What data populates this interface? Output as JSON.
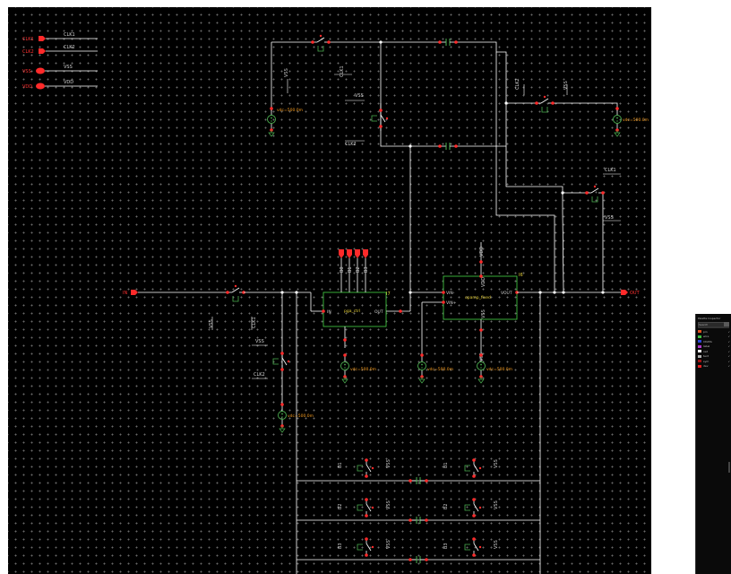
{
  "schematic": {
    "pins": [
      {
        "text": "CLK1",
        "wire_label": "CLK1"
      },
      {
        "text": "CLK2",
        "wire_label": "CLK2"
      },
      {
        "text": "VSS",
        "wire_label": "VSS"
      },
      {
        "text": "VDD",
        "wire_label": "VDD"
      }
    ],
    "in_pin": "IN",
    "out_pin": "OUT",
    "net_labels": {
      "clk1_top": "CLK1",
      "clk2_mid": "CLK2",
      "clk2_right": "CLK2",
      "clk1_right": "CLK1",
      "clk1_left": "CLK1",
      "clk2_left": "CLK2",
      "vss_top": "VSS",
      "vss_mid": "VSS",
      "vss_right": "VSS",
      "vss_right2": "VSS",
      "vss_left": "VSS",
      "vss_left2": "VSS",
      "vss_opamp": "VSS",
      "vdd_opamp": "VDD"
    },
    "source_values": {
      "v_top_left": "vdc=500.0m",
      "v_top_right": "vdc=500.0m",
      "v_pga": "vdc=500.0m",
      "v_mid": "vdc=500.0m",
      "v_opamp": "vdc=500.0m",
      "v_left": "vdc=500.0m"
    },
    "pga": {
      "name": "pga_ctrl",
      "inst": "I7",
      "pin_in": "IN",
      "pin_out": "OUT",
      "ctrl_pins": [
        "B0",
        "B1",
        "B2",
        "B3"
      ]
    },
    "opamp": {
      "name": "opamp_fixed",
      "inst": "I6",
      "pin_inn": "VIN-",
      "pin_inp": "VIN+",
      "pin_out": "VOUT",
      "pin_vdd": "VDD",
      "pin_vss": "VSS"
    },
    "bank_labels": [
      "B1",
      "B1",
      "B2",
      "B2",
      "B3",
      "B3"
    ],
    "bank_vss": "VSS"
  },
  "palette": {
    "title": "Palette Inspector",
    "search_placeholder": "Search",
    "layers": [
      {
        "name": "pin",
        "color": "#e0521f"
      },
      {
        "name": "wire",
        "color": "#3fbf3f"
      },
      {
        "name": "CDATA",
        "color": "#2a46d8"
      },
      {
        "name": "label",
        "color": "#b03ad1"
      },
      {
        "name": "net",
        "color": "#f0f0f0"
      },
      {
        "name": "text",
        "color": "#b0b0b0"
      },
      {
        "name": "sym",
        "color": "#a01414"
      },
      {
        "name": "dev",
        "color": "#e82020"
      }
    ]
  }
}
